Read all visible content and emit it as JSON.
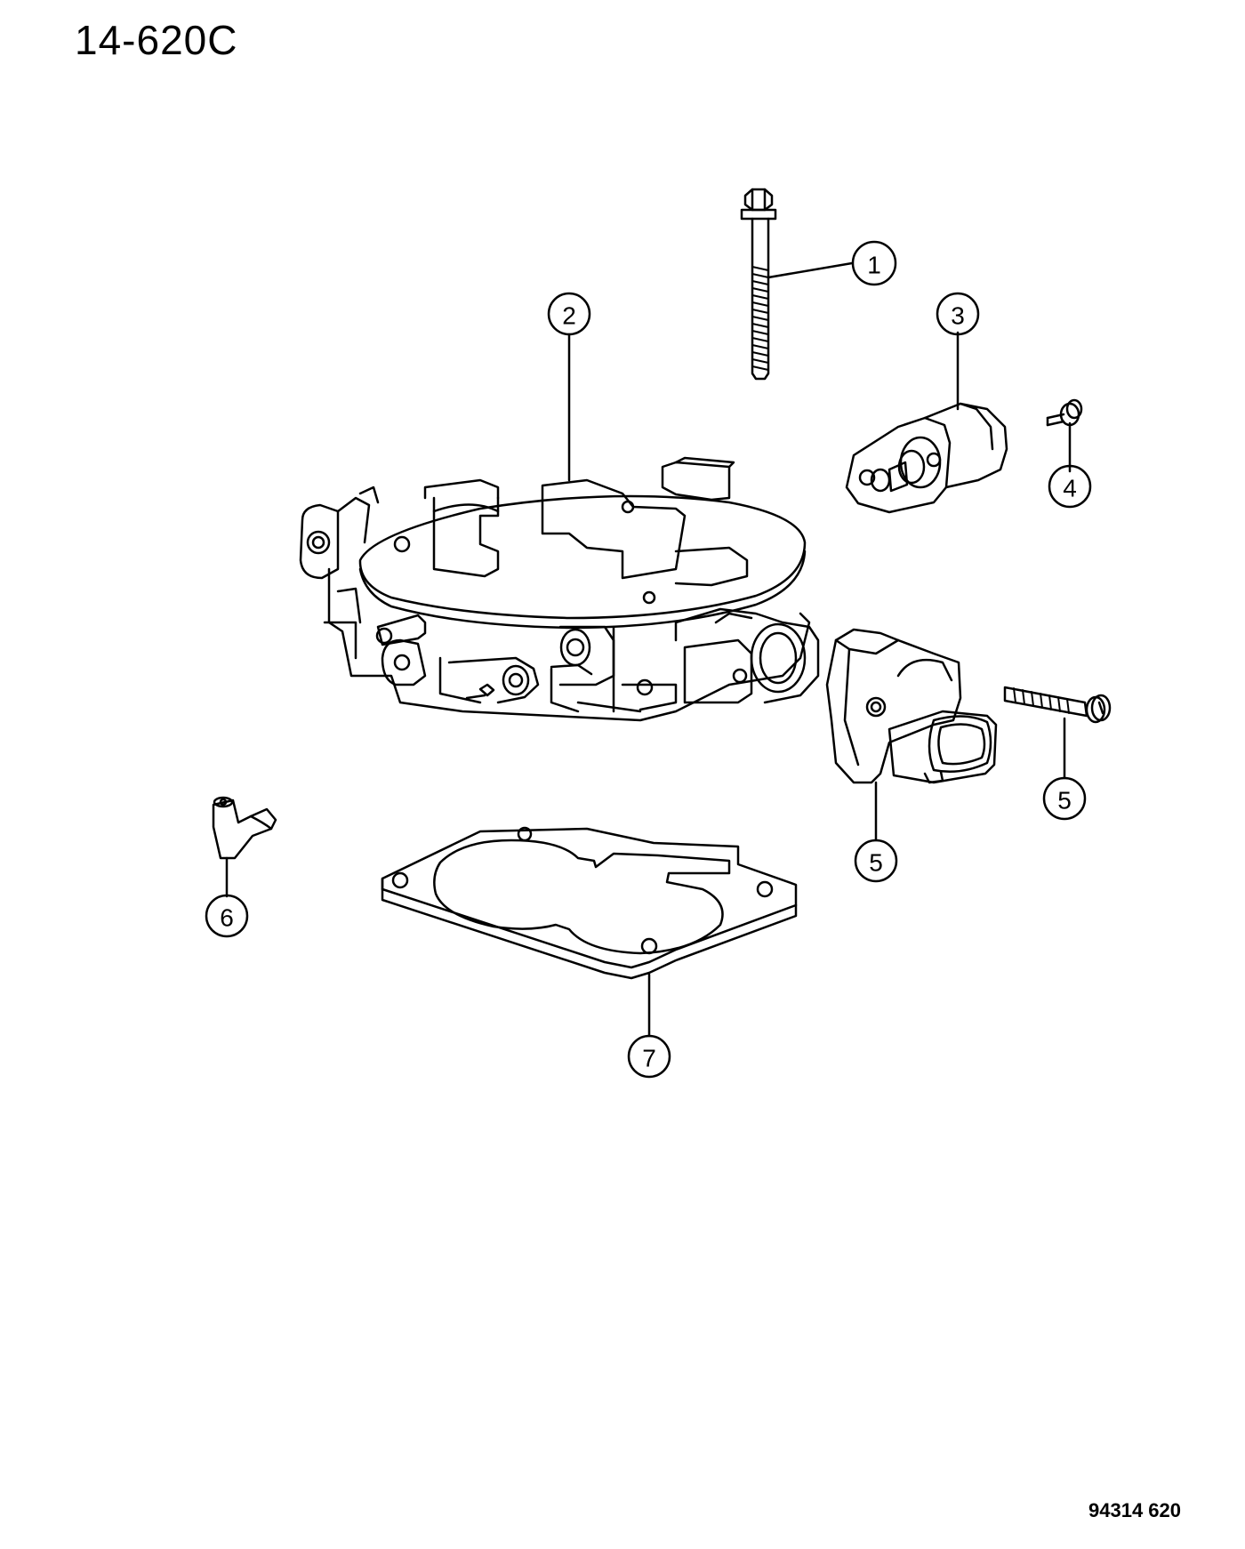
{
  "page_code": "14-620C",
  "ref_code": "94314 620",
  "callouts": [
    "1",
    "2",
    "3",
    "4",
    "5",
    "5",
    "6",
    "7"
  ]
}
